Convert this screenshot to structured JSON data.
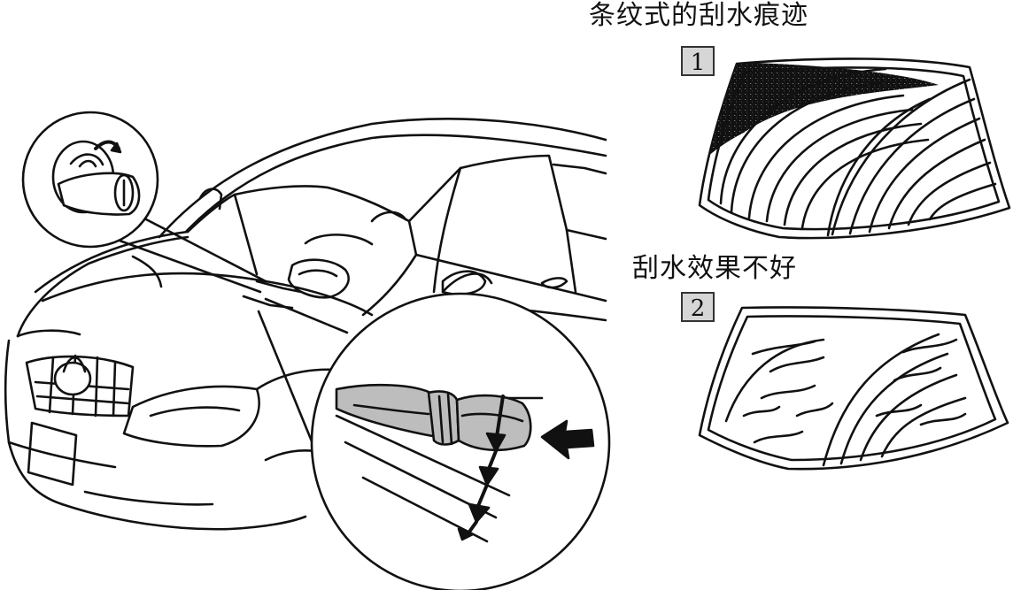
{
  "labels": {
    "streak_caption": "条纹式的刮水痕迹",
    "poor_caption": "刮水效果不好"
  },
  "badges": {
    "first": "1",
    "second": "2"
  },
  "colors": {
    "line": "#111111",
    "badge_fill": "#d6d6d6",
    "nozzle_fill": "#bdbdbd",
    "stain_fill": "#8a8a8a"
  },
  "icons": {
    "adjust_arrow": "arrow-icon",
    "rotate_arrow": "rotate-arrow-icon"
  }
}
